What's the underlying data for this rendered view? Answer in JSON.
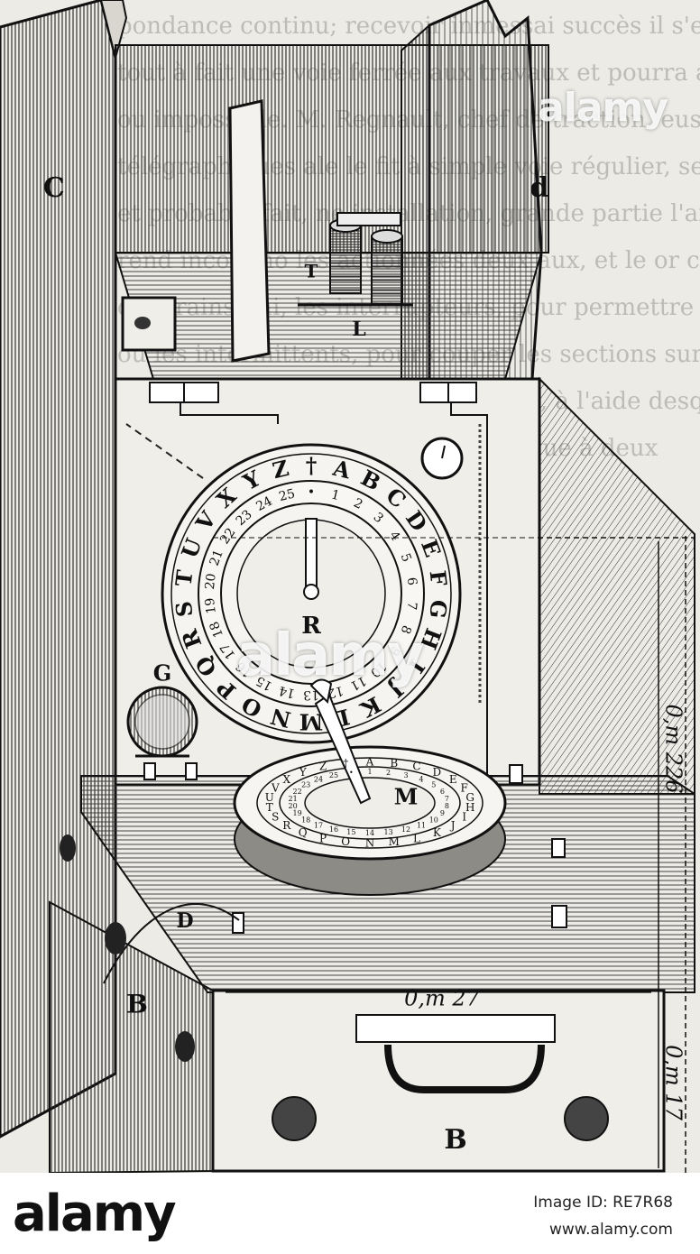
{
  "engraving": {
    "background_text": "pondance continu; recevoir inmessai succès il s'en est qu'il est tout à fait une voie ferrée aux travaux et pourra annoncer le ou impossible. M. Regnault, chef de traction, euse pensée de paraîts télégraphiques ale le fit à simple voie régulier, ses dresses; et probable fait, ne installation, grande partie l'artistemen rend incommo les actionnées deux aux, et le or ce sens de la marche des trains qui, les interrupteurs, pour permettre les voisins ou les intermittents, pour couper les sections sur la position normale; les connexions de secours, à l'aide desquels le gardien de la placement d'une aiguille indique à deux",
    "letters": {
      "c_left": "C",
      "c_right": "d",
      "t": "T",
      "l": "L",
      "r": "R",
      "g": "G",
      "m": "M",
      "d": "D",
      "b_side": "B",
      "b_front": "B"
    },
    "dimensions": {
      "width": "0,m 27",
      "height": "0,m 226",
      "depth": "0,m 17"
    },
    "dial_outer": [
      "†",
      "A",
      "B",
      "C",
      "D",
      "E",
      "F",
      "G",
      "H",
      "I",
      "J",
      "K",
      "L",
      "M",
      "N",
      "O",
      "P",
      "Q",
      "R",
      "S",
      "T",
      "U",
      "V",
      "X",
      "Y",
      "Z"
    ],
    "dial_inner": [
      "•",
      "1",
      "2",
      "3",
      "4",
      "5",
      "6",
      "7",
      "8",
      "9",
      "10",
      "11",
      "12",
      "13",
      "14",
      "15",
      "16",
      "17",
      "18",
      "19",
      "20",
      "21",
      "22",
      "23",
      "24",
      "25"
    ],
    "manipulator_letters": [
      "A",
      "B",
      "C",
      "D",
      "E",
      "F",
      "G",
      "H",
      "I",
      "J",
      "K",
      "L",
      "M",
      "N",
      "O",
      "P",
      "Q",
      "R",
      "S",
      "T",
      "U",
      "V",
      "X",
      "Y",
      "Z",
      "†"
    ],
    "manipulator_numbers": [
      "1",
      "2",
      "3",
      "4",
      "5",
      "6",
      "7",
      "8",
      "9",
      "10",
      "11",
      "12",
      "13",
      "14",
      "15",
      "16",
      "17",
      "18",
      "19",
      "20",
      "21",
      "22",
      "23",
      "24",
      "25",
      "•"
    ]
  },
  "watermarks": {
    "top": "alamy",
    "center": "alamy"
  },
  "footer": {
    "brand": "alamy",
    "image_id": "Image ID: RE7R68",
    "site": "www.alamy.com"
  },
  "colors": {
    "paper": "#ecebe6",
    "ink": "#1a1a1a",
    "footer_bg": "#ffffff"
  }
}
